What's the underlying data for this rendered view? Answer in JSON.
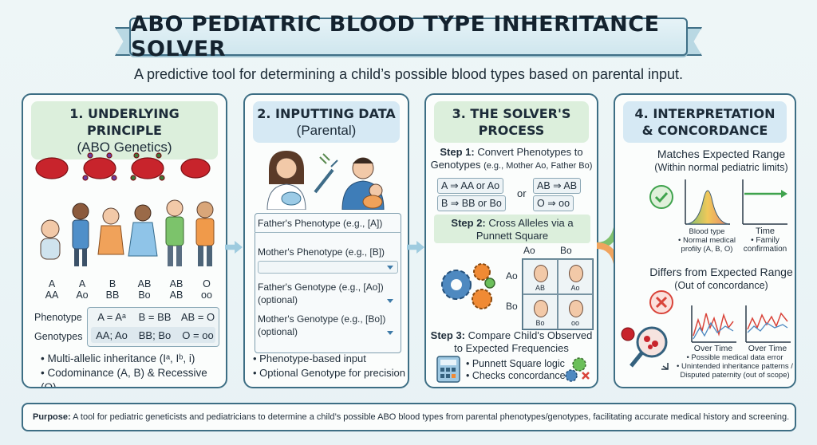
{
  "title": "ABO PEDIATRIC BLOOD TYPE INHERITANCE SOLVER",
  "subtitle": "A predictive tool for determining a child’s possible blood types based on parental input.",
  "panel1": {
    "head_title": "1. UNDERLYING PRINCIPLE",
    "head_sub": "(ABO Genetics)",
    "children": [
      {
        "type": "A",
        "geno": "AA"
      },
      {
        "type": "A",
        "geno": "Ao"
      },
      {
        "type": "B",
        "geno": "BB"
      },
      {
        "type": "AB",
        "geno": "Bo"
      },
      {
        "type": "AB",
        "geno": "AB"
      },
      {
        "type": "O",
        "geno": "oo"
      }
    ],
    "row_phenotype_label": "Phenotype",
    "row_genotypes_label": "Genotypes",
    "pheno_cells": [
      "A = Aᵃ",
      "B = BB",
      "AB = O"
    ],
    "geno_cells": [
      "AA; Ao",
      "BB; Bo",
      "O = oo"
    ],
    "bullets": [
      "• Multi-allelic inheritance (Iᵃ, Iᵇ, i)",
      "• Codominance (A, B) & Recessive (O)"
    ]
  },
  "panel2": {
    "head_title": "2. INPUTTING DATA",
    "head_sub": "(Parental)",
    "fields": [
      "Father's Phenotype (e.g., [A])",
      "Mother's Phenotype (e.g., [B])",
      "Father's Genotype (e.g., [Ao])",
      "(optional)",
      "Mother's Genotype (e.g., [Bo])",
      "(optional)"
    ],
    "bullets": [
      "• Phenotype-based input",
      "• Optional Genotype for precision"
    ]
  },
  "panel3": {
    "head_title": "3. THE SOLVER'S",
    "head_sub": "PROCESS",
    "step1_label": "Step 1:",
    "step1_text": "Convert Phenotypes to",
    "step1_text2": "Genotypes",
    "step1_example": "(e.g., Mother Ao, Father Bo)",
    "conv": [
      "A ⇒ AA or Ao",
      "B ⇒ BB or Bo",
      "or",
      "AB ⇒ AB",
      "O ⇒ oo"
    ],
    "step2_label": "Step 2:",
    "step2_text": "Cross Alleles via a",
    "step2_text2": "Punnett Square",
    "punnett_cols": [
      "Ao",
      "Bo"
    ],
    "punnett_rows": [
      "Ao",
      "Bo"
    ],
    "punnett_cells": [
      "AB",
      "Ao",
      "Bo",
      "oo"
    ],
    "step3_label": "Step 3:",
    "step3_text": "Compare Child's Observed",
    "step3_text2": "to Expected Frequencies",
    "bullets": [
      "• Punnett Square logic",
      "• Checks concordance"
    ]
  },
  "panel4": {
    "head_title": "4. INTERPRETATION",
    "head_sub": "& CONCORDANCE",
    "match_title": "Matches Expected Range",
    "match_sub": "(Within normal pediatric limits)",
    "match_notes": [
      "Blood type",
      "• Normal medical",
      "profily (A, B, O)"
    ],
    "time_label": "Time",
    "time_notes": [
      "• Family",
      "confirmation"
    ],
    "differ_title": "Differs from Expected Range",
    "differ_sub": "(Out of concordance)",
    "over_time": [
      "Over Time",
      "Over Time"
    ],
    "differ_notes": [
      "• Possible medical data error",
      "• Unintended inheritance patterns /",
      "Disputed paternity (out of scope)"
    ]
  },
  "purpose_label": "Purpose:",
  "purpose_text": "A tool for pediatric geneticists and pediatricians to determine a child’s possible ABO blood types from parental phenotypes/genotypes, facilitating accurate medical history and screening.",
  "colors": {
    "border": "#3d6e84",
    "green_head": "#dcefdc",
    "blue_head": "#d6e9f4",
    "check_green": "#3fa34d",
    "cross_red": "#d9443a"
  }
}
